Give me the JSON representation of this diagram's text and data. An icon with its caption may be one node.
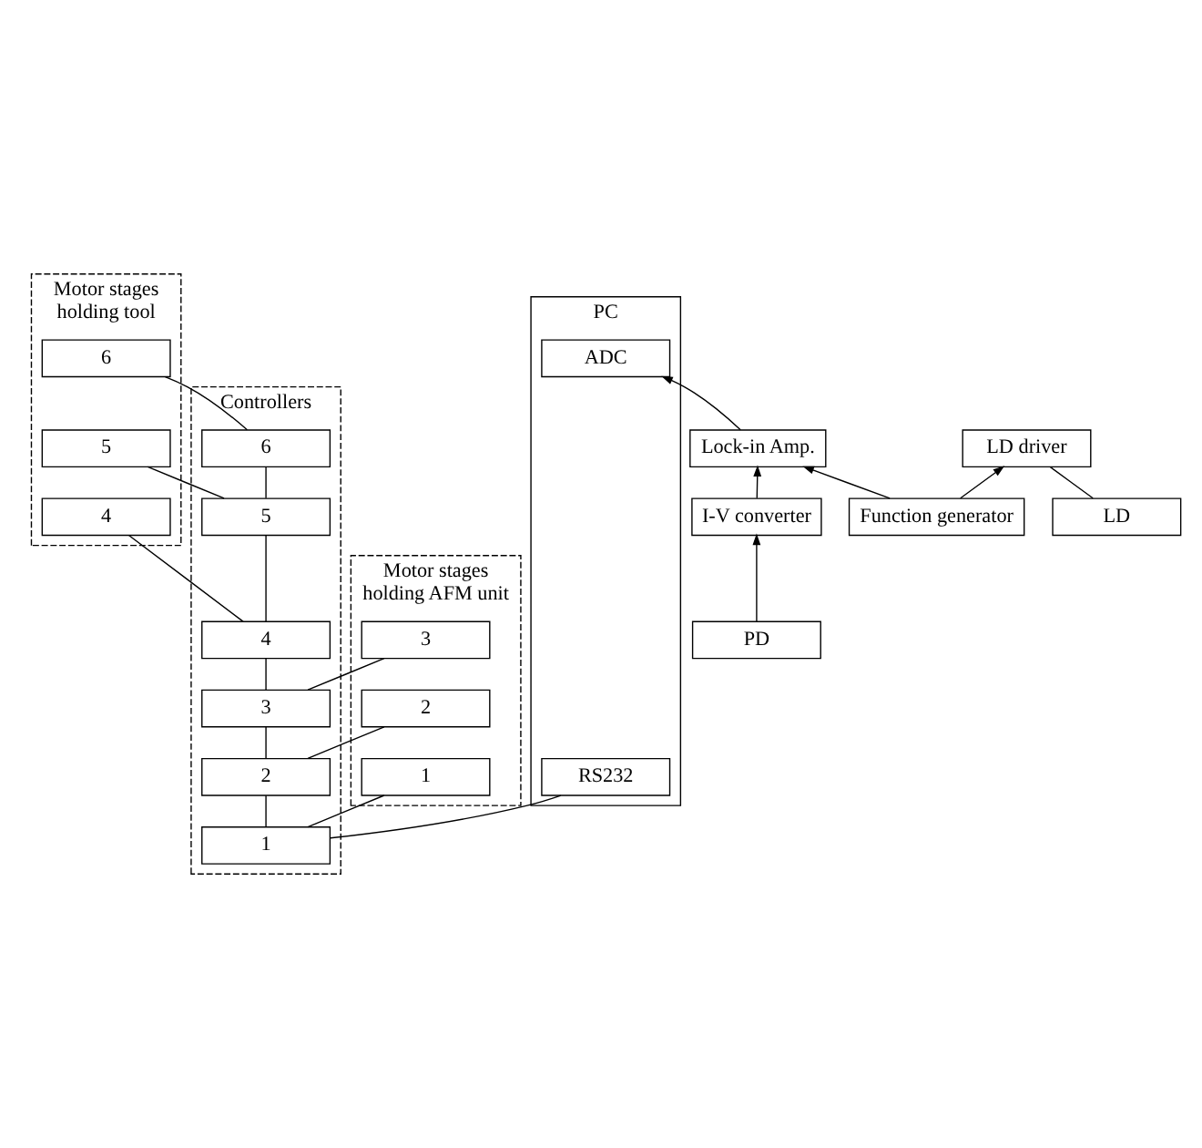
{
  "diagram": {
    "nodes": [
      {
        "text": [
          "Controllers"
        ]
      },
      {
        "text": [
          "1"
        ],
        "in": 0
      },
      {
        "text": [
          "2"
        ],
        "in": 0
      },
      {
        "text": [
          "3"
        ],
        "in": 0
      },
      {
        "text": [
          "4"
        ],
        "in": 0
      },
      {
        "text": [
          "5"
        ],
        "in": 0
      },
      {
        "text": [
          "6"
        ],
        "in": 0
      },
      {
        "text": [
          "PC"
        ]
      },
      {
        "text": [
          "RS232"
        ],
        "in": 7
      },
      {
        "text": [
          "ADC"
        ],
        "in": 7
      },
      {
        "text": [
          "Lock-in Amp."
        ]
      },
      {
        "text": [
          "I-V converter"
        ]
      },
      {
        "text": [
          "PD"
        ]
      },
      {
        "text": [
          "LD"
        ]
      },
      {
        "text": [
          "LD driver"
        ]
      },
      {
        "text": [
          "Function generator"
        ]
      },
      {
        "text": [
          "Motor stages",
          "holding AFM unit"
        ]
      },
      {
        "text": [
          "1"
        ],
        "in": 16
      },
      {
        "text": [
          "2"
        ],
        "in": 16
      },
      {
        "text": [
          "3"
        ],
        "in": 16
      },
      {
        "text": [
          "Motor stages",
          "holding tool"
        ]
      },
      {
        "text": [
          "4"
        ],
        "in": 20
      },
      {
        "text": [
          "5"
        ],
        "in": 20
      },
      {
        "text": [
          "6"
        ],
        "in": 20
      }
    ],
    "edges": [
      {
        "from": 1,
        "to": 8,
        "arrow": "none"
      },
      {
        "from": 1,
        "to": 2,
        "arrow": "none"
      },
      {
        "from": 2,
        "to": 3,
        "arrow": "none"
      },
      {
        "from": 3,
        "to": 4,
        "arrow": "none"
      },
      {
        "from": 4,
        "to": 5,
        "arrow": "none"
      },
      {
        "from": 5,
        "to": 6,
        "arrow": "none"
      },
      {
        "from": 10,
        "to": 9,
        "arrow": "to"
      },
      {
        "from": 11,
        "to": 10,
        "arrow": "to"
      },
      {
        "from": 12,
        "to": 11,
        "arrow": "to"
      },
      {
        "from": 13,
        "to": 14,
        "arrow": "none"
      },
      {
        "from": 15,
        "to": 14,
        "arrow": "to"
      },
      {
        "from": 15,
        "to": 10,
        "arrow": "to"
      },
      {
        "from": 1,
        "to": 17,
        "arrow": "none"
      },
      {
        "from": 2,
        "to": 18,
        "arrow": "none"
      },
      {
        "from": 3,
        "to": 19,
        "arrow": "none"
      },
      {
        "from": 4,
        "to": 21,
        "arrow": "none"
      },
      {
        "from": 5,
        "to": 22,
        "arrow": "none"
      },
      {
        "from": 6,
        "to": 23,
        "arrow": "none"
      }
    ]
  }
}
